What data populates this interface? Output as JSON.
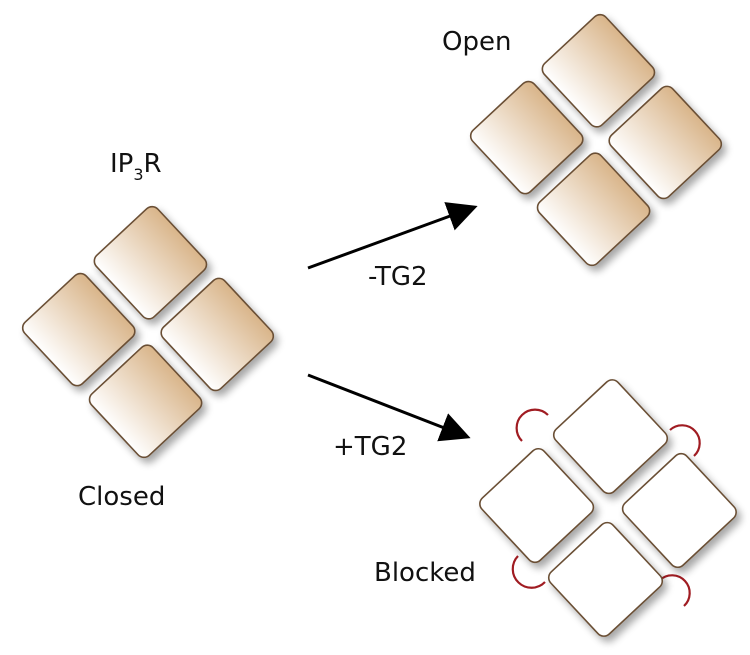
{
  "labels": {
    "receptor_prefix": "IP",
    "receptor_subscript": "3",
    "receptor_suffix": "R",
    "closed": "Closed",
    "open": "Open",
    "blocked": "Blocked",
    "minus_tg2": "-TG2",
    "plus_tg2": "+TG2"
  },
  "colors": {
    "subunit_gradient_light": "#ffffff",
    "subunit_gradient_dark": "#d9b58a",
    "subunit_outline": "#6b4f35",
    "blocked_subunit_fill": "#ffffff",
    "crosslink": "#a01c22",
    "arrow": "#000000",
    "shadow": "#c8c8c8"
  }
}
